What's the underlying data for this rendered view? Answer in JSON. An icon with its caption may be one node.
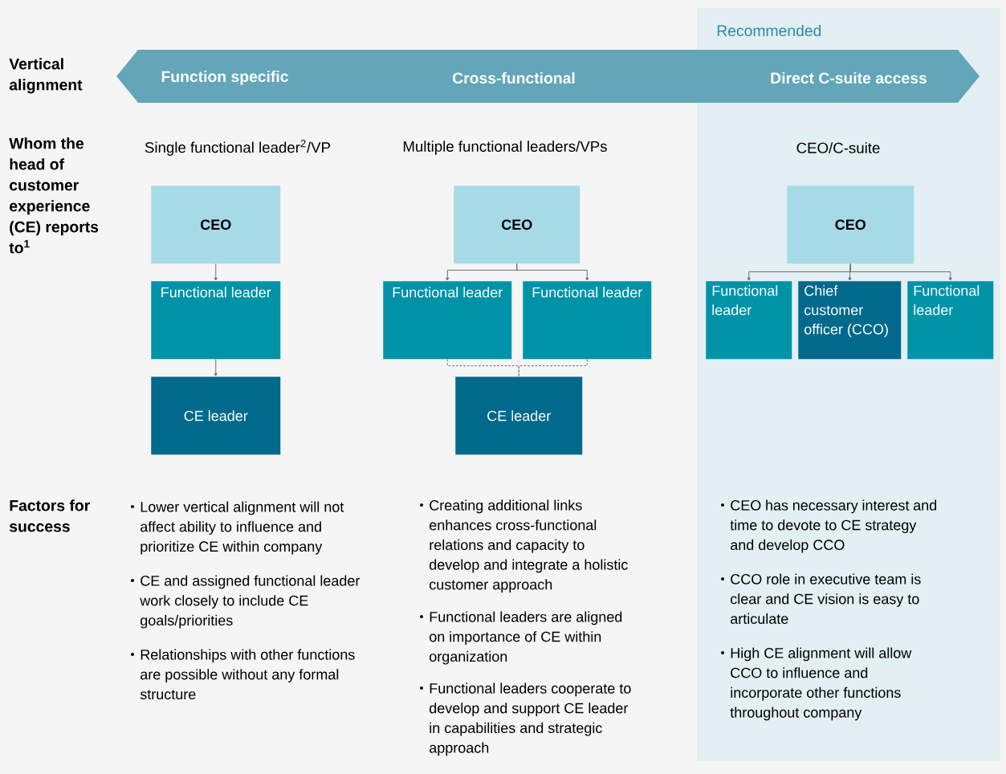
{
  "diagram": {
    "nodes": [
      {
        "text": [
          "Recommended"
        ]
      },
      {
        "text": [
          "Function specific",
          "Cross-functional",
          "Direct C-suite access"
        ]
      },
      {
        "text": [
          "CEO"
        ]
      },
      {
        "text": [
          "Functional leader"
        ]
      },
      {
        "text": [
          "CE leader"
        ]
      },
      {
        "text": [
          "CEO"
        ]
      },
      {
        "text": [
          "Functional leader"
        ]
      },
      {
        "text": [
          "Functional leader"
        ]
      },
      {
        "text": [
          "CE leader"
        ]
      },
      {
        "text": [
          "CEO"
        ],
        "in": 0
      },
      {
        "text": [
          "Functional leader"
        ],
        "in": 0
      },
      {
        "text": [
          "Chief customer officer (CCO)"
        ],
        "in": 0
      },
      {
        "text": [
          "Functional leader"
        ],
        "in": 0
      }
    ],
    "edges": [
      {
        "from": 2,
        "to": 3,
        "arrow": "to"
      },
      {
        "from": 3,
        "to": 4,
        "arrow": "to"
      },
      {
        "from": 5,
        "to": 6,
        "arrow": "to"
      },
      {
        "from": 5,
        "to": 7,
        "arrow": "to"
      },
      {
        "from": 6,
        "to": 8,
        "arrow": "none",
        "style": "dashed"
      },
      {
        "from": 7,
        "to": 8,
        "arrow": "none",
        "style": "dashed"
      },
      {
        "from": 9,
        "to": 10,
        "arrow": "to"
      },
      {
        "from": 9,
        "to": 11,
        "arrow": "to"
      },
      {
        "from": 9,
        "to": 12,
        "arrow": "to"
      }
    ],
    "labels": [
      "Vertical alignment",
      "Whom the head of customer experience (CE) reports to$^{1}$",
      "Single functional leader$^{2}$/VP",
      "Multiple functional leaders/VPs",
      "CEO/C-suite",
      "Factors for success",
      "Lower vertical alignment will not affect ability to influence and prioritize CE within company",
      "CE and assigned functional leader work closely to include CE goals/priorities",
      "Relationships with other functions are possible without any formal structure",
      "Creating additional links enhances cross-functional relations and capacity to develop and integrate a holistic customer approach",
      "Functional leaders are aligned on importance of CE within organization",
      "Functional leaders cooperate to develop and support CE leader in capabilities and strategic approach",
      "CEO has necessary interest and time to devote to CE strategy and develop CCO",
      "CCO role in executive team is clear and CE vision is easy to articulate",
      "High CE alignment will allow CCO to influence and incorporate other functions throughout company"
    ]
  }
}
